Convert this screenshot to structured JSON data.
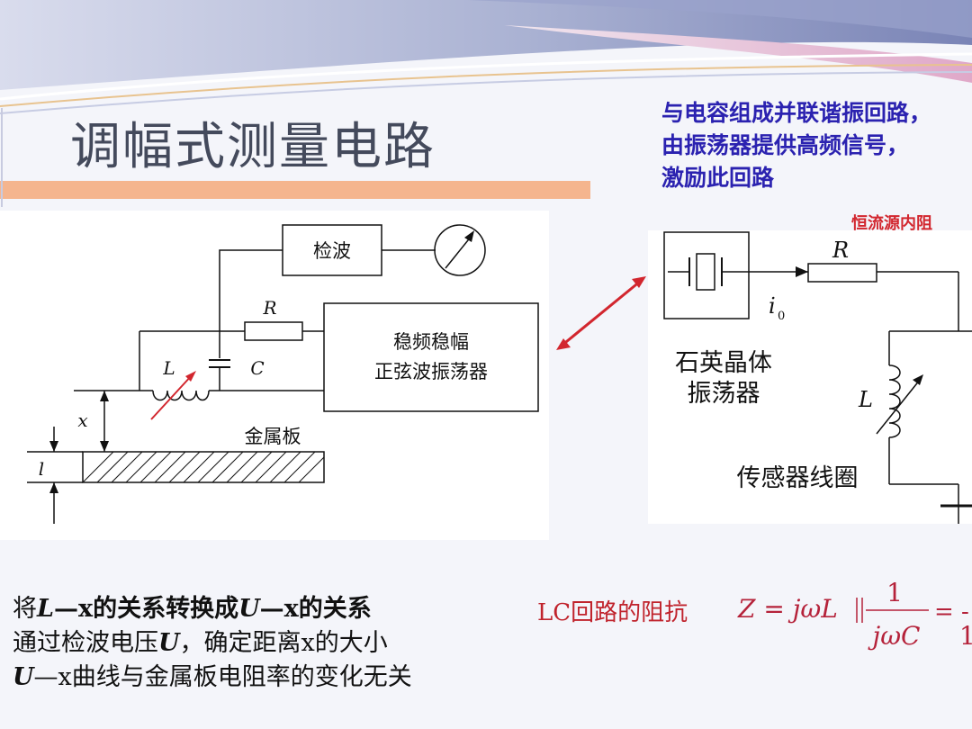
{
  "slide": {
    "title": "调幅式测量电路",
    "note_lines": [
      "与电容组成并联谐振回路，",
      "由振荡器提供高频信号，",
      "激励此回路"
    ],
    "right_red_label": "恒流源内阻",
    "colors": {
      "title": "#444a5c",
      "note": "#2b22b0",
      "accent_red": "#d2262e",
      "orange_bar": "#f5b58e"
    }
  },
  "left_diagram": {
    "detector_label": "检波",
    "oscillator_label_line1": "稳频稳幅",
    "oscillator_label_line2": "正弦波振荡器",
    "resistor_label": "R",
    "inductor_label": "L",
    "capacitor_label": "C",
    "distance_label": "x",
    "thickness_label": "l",
    "plate_label": "金属板",
    "meter_icon": "voltmeter-icon"
  },
  "right_diagram": {
    "crystal_label_line1": "石英晶体",
    "crystal_label_line2": "振荡器",
    "resistor_label": "R",
    "current_label": "i",
    "current_subscript": "0",
    "inductor_label": "L",
    "coil_label": "传感器线圈"
  },
  "bottom": {
    "line1_pre": "将",
    "line1_L": "L",
    "line1_mid": "—x的关系转换成",
    "line1_U": "U",
    "line1_post": "—x的关系",
    "line2_pre": "通过检波电压",
    "line2_U": "U",
    "line2_post": "，确定距离x的大小",
    "line3_U": "U",
    "line3_post": "—x曲线与金属板电阻率的变化无关",
    "formula_label": "LC回路的阻抗",
    "formula_lhs": "Z = jωL",
    "formula_num": "1",
    "formula_den": "jωC",
    "formula_tail": "= -",
    "formula_tail_den": "1"
  }
}
